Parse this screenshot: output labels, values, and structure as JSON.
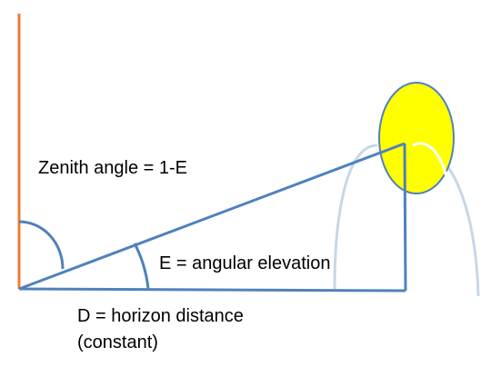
{
  "diagram": {
    "labels": {
      "zenith_angle": "Zenith angle = 1-E",
      "elevation": "E = angular elevation",
      "distance_line1": "D = horizon distance",
      "distance_line2": "(constant)"
    },
    "colors": {
      "zenith_line": "#ec7d31",
      "triangle": "#4f81bd",
      "sun_fill": "#ffff00",
      "sun_stroke": "#4f81bd",
      "path_arc": "#c7d7e6",
      "text": "#000000"
    },
    "icons": {
      "sun": "sun-icon"
    }
  }
}
